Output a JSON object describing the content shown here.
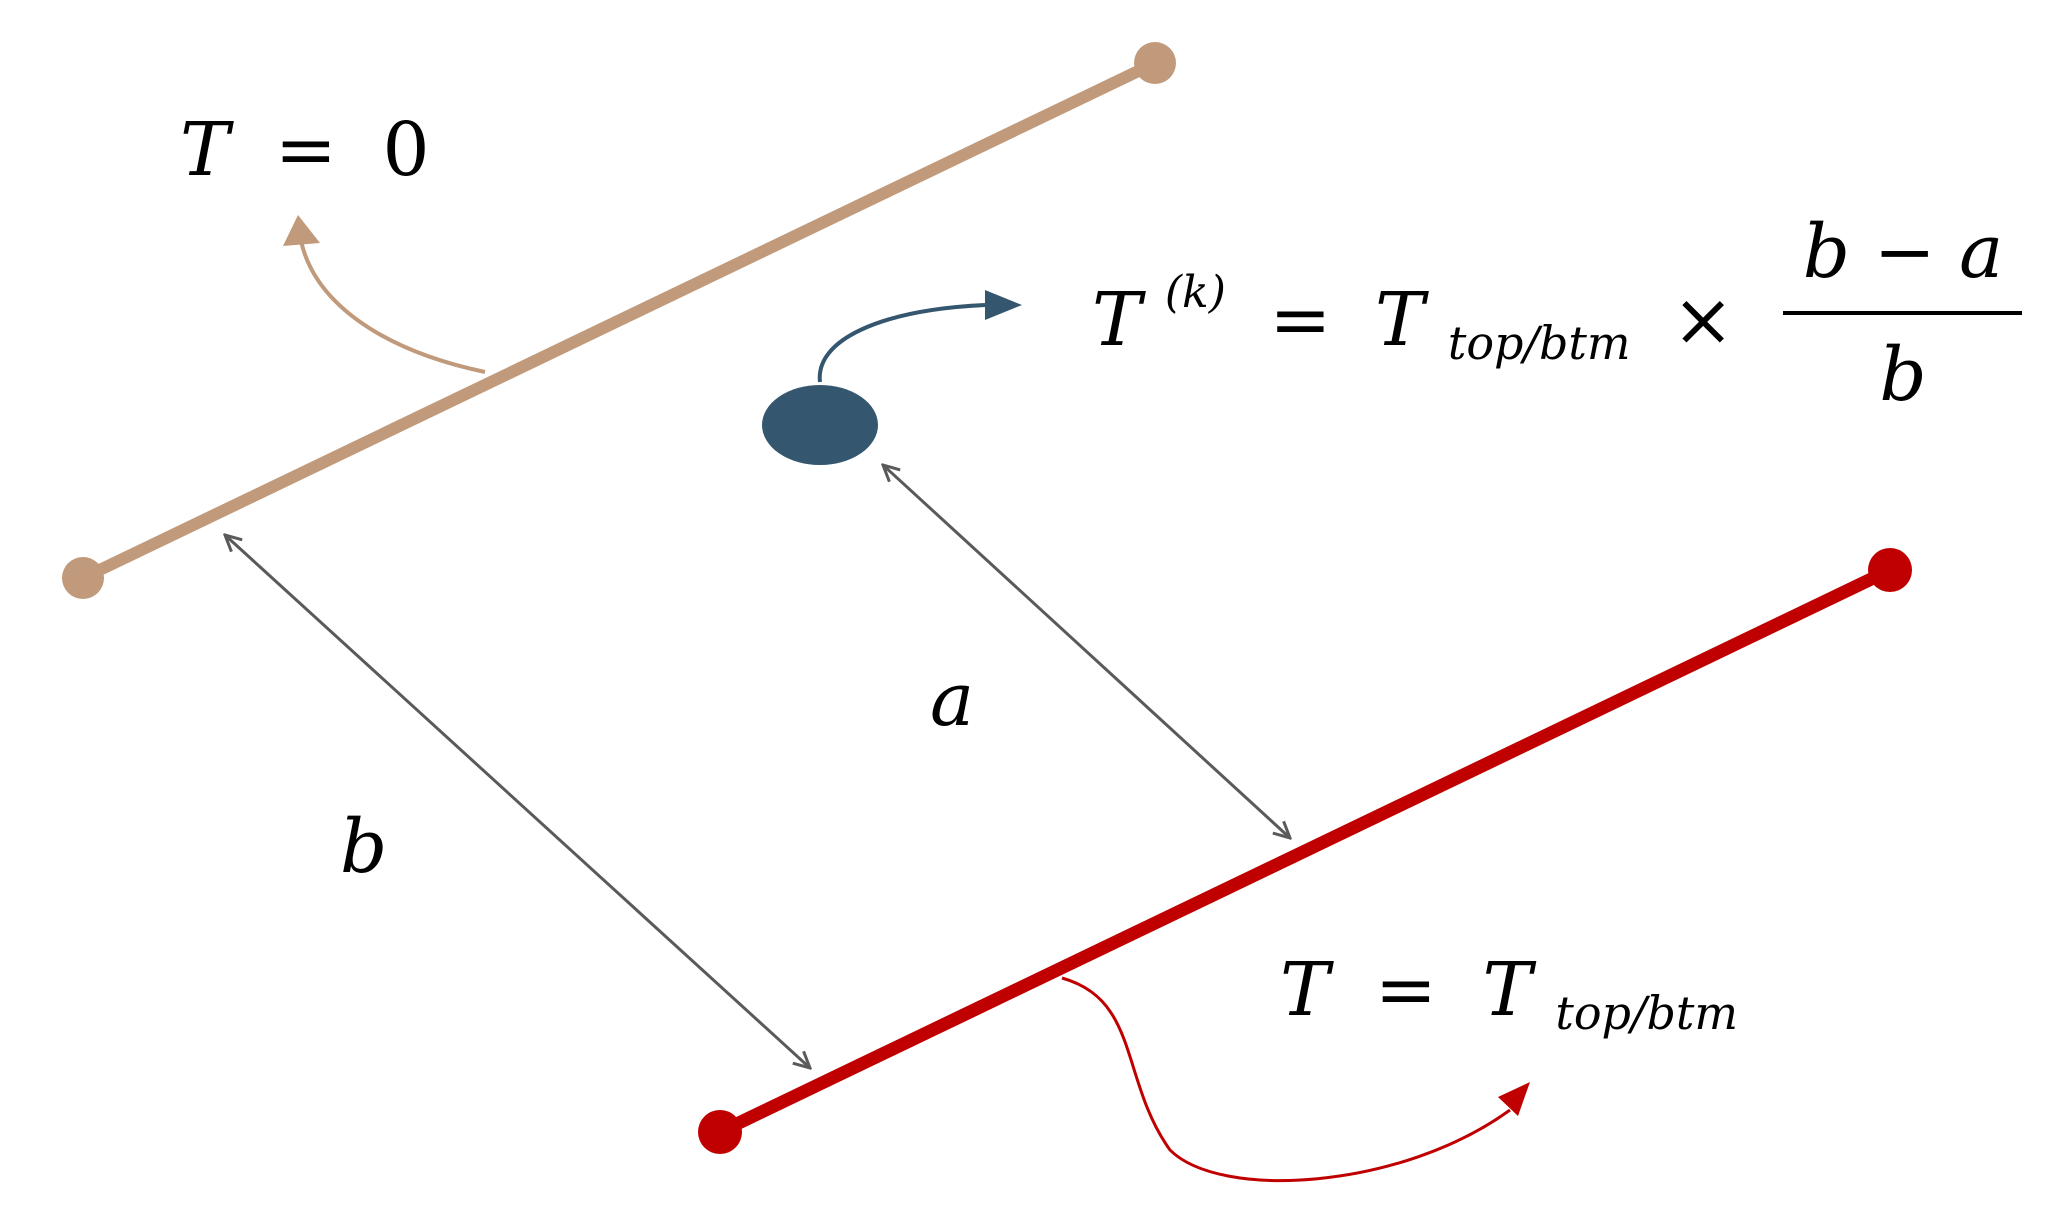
{
  "colors": {
    "background": "#ffffff",
    "boundary_zero": "#c09a7a",
    "boundary_top": "#c00000",
    "point": "#34566e",
    "dimension_arrow": "#5a5a5a"
  },
  "labels": {
    "top_boundary": {
      "T": "T",
      "eq": "=",
      "value": "0"
    },
    "point_formula": {
      "T": "T",
      "sup": "(k)",
      "eq": "=",
      "rhs_T": "T",
      "rhs_sub": "top/btm",
      "times": "×",
      "numerator": "b − a",
      "denominator": "b"
    },
    "bottom_boundary": {
      "T": "T",
      "eq": "=",
      "rhs_T": "T",
      "rhs_sub": "top/btm"
    },
    "dist_a": "a",
    "dist_b": "b"
  }
}
